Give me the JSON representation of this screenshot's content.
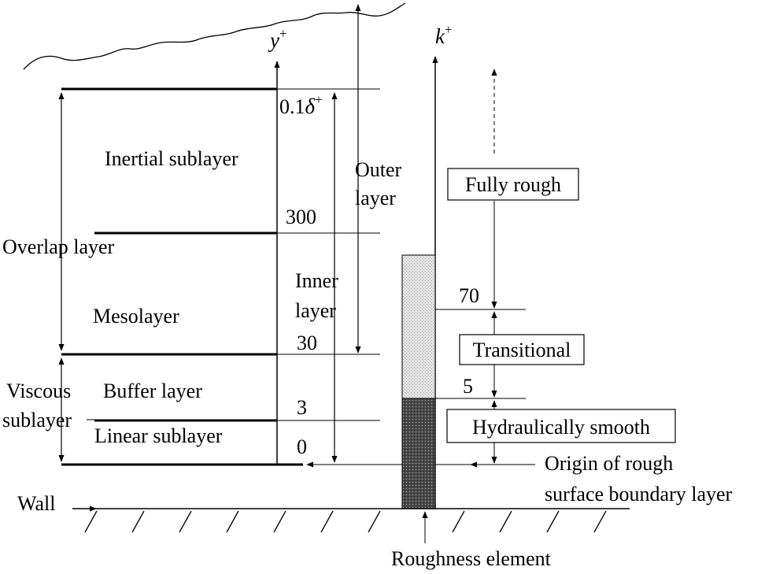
{
  "axes": {
    "y_plus": "y",
    "k_plus": "k",
    "superscript": "+"
  },
  "y_ticks": {
    "delta_prefix": "0.1",
    "delta_symbol": "δ",
    "delta_sup": "+",
    "v300": "300",
    "v30": "30",
    "v3": "3",
    "v0": "0"
  },
  "layers": {
    "inertial_sublayer": "Inertial sublayer",
    "overlap_layer": "Overlap layer",
    "mesolayer": "Mesolayer",
    "viscous_line1": "Viscous",
    "viscous_line2": "sublayer",
    "buffer_layer": "Buffer layer",
    "linear_sublayer": "Linear  sublayer",
    "outer_line1": "Outer",
    "outer_line2": "layer",
    "inner_line1": "Inner",
    "inner_line2": "layer"
  },
  "k_ticks": {
    "v70": "70",
    "v5": "5"
  },
  "regimes": {
    "fully_rough": "Fully rough",
    "transitional": "Transitional",
    "hydraulically_smooth": "Hydraulically smooth"
  },
  "annotations": {
    "origin_line1": "Origin of rough",
    "origin_line2": "surface boundary layer",
    "wall": "Wall",
    "roughness_element": "Roughness element"
  }
}
